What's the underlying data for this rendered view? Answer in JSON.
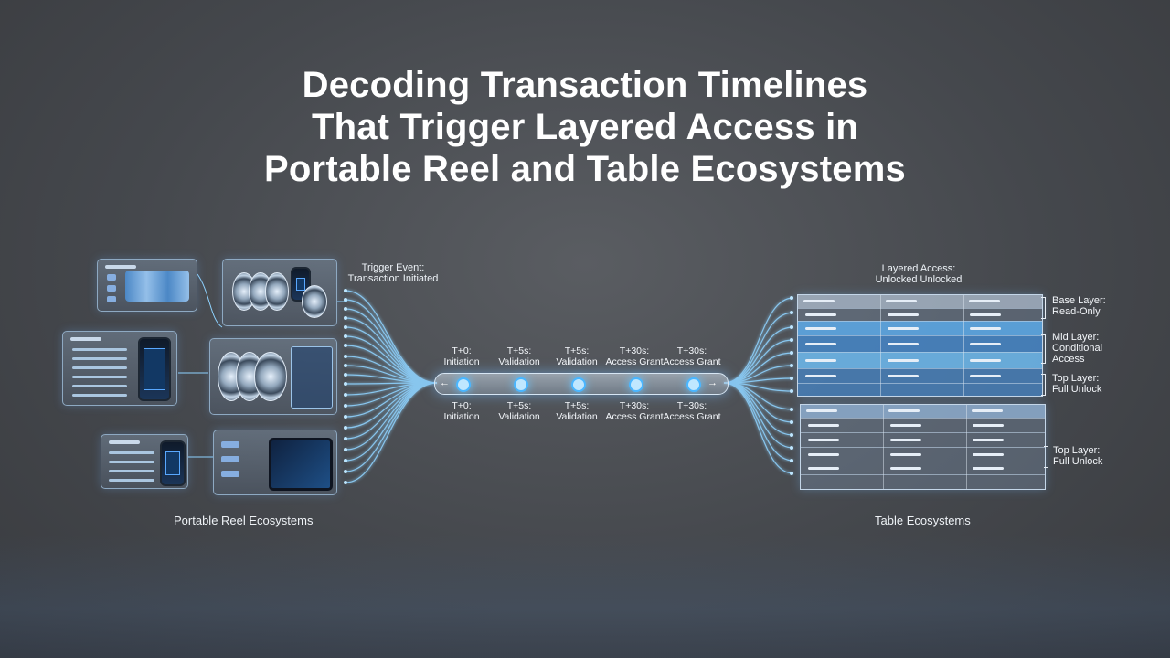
{
  "title": {
    "line1": "Decoding Transaction Timelines",
    "line2": "That Trigger Layered Access in",
    "line3": "Portable Reel and Table Ecosystems"
  },
  "trigger": {
    "line1": "Trigger Event:",
    "line2": "Transaction Initiated"
  },
  "layered_access": {
    "line1": "Layered Access:",
    "line2": "Unlocked Unlocked"
  },
  "timeline": {
    "top": [
      {
        "t": "T+0:",
        "label": "Initiation"
      },
      {
        "t": "T+5s:",
        "label": "Validation"
      },
      {
        "t": "T+5s:",
        "label": "Validation"
      },
      {
        "t": "T+30s:",
        "label": "Access Grant"
      },
      {
        "t": "T+30s:",
        "label": "Access Grant"
      }
    ],
    "bottom": [
      {
        "t": "T+0:",
        "label": "Initiation"
      },
      {
        "t": "T+5s:",
        "label": "Validation"
      },
      {
        "t": "T+5s:",
        "label": "Validation"
      },
      {
        "t": "T+30s:",
        "label": "Access Grant"
      },
      {
        "t": "T+30s:",
        "label": "Access Grant"
      }
    ]
  },
  "layers": {
    "base": {
      "line1": "Base Layer:",
      "line2": "Read-Only"
    },
    "mid": {
      "line1": "Mid Layer:",
      "line2": "Conditional",
      "line3": "Access"
    },
    "top1": {
      "line1": "Top Layer:",
      "line2": "Full Unlock"
    },
    "top2": {
      "line1": "Top Layer:",
      "line2": "Full Unlock"
    }
  },
  "ecosystems": {
    "left": "Portable Reel Ecosystems",
    "right": "Table Ecosystems"
  },
  "colors": {
    "accent": "#4ab6ff",
    "table_highlight": "#5aa8e6",
    "background": "#45484d"
  }
}
